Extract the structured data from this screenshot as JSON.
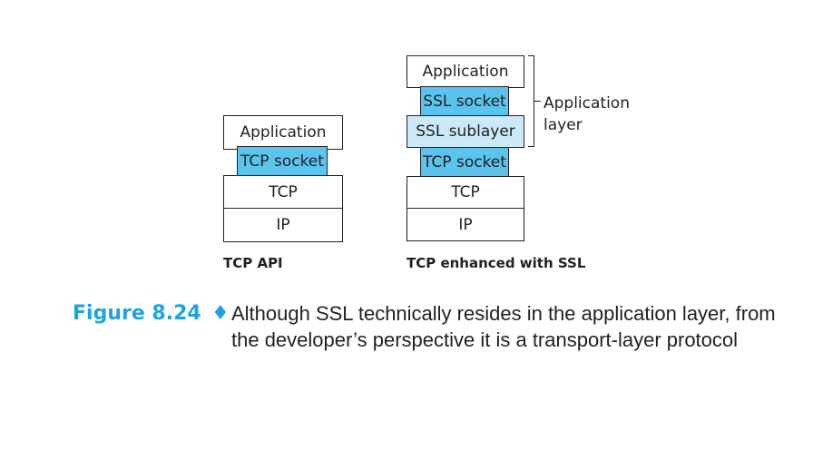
{
  "left_stack": {
    "application": "Application",
    "socket": "TCP socket",
    "tcp": "TCP",
    "ip": "IP",
    "caption": "TCP API"
  },
  "right_stack": {
    "application": "Application",
    "ssl_socket": "SSL socket",
    "ssl_sublayer": "SSL sublayer",
    "tcp_socket": "TCP socket",
    "tcp": "TCP",
    "ip": "IP",
    "caption": "TCP enhanced with SSL"
  },
  "bracket": {
    "label_line1": "Application",
    "label_line2": "layer"
  },
  "figure": {
    "number": "Figure 8.24",
    "separator": "♦",
    "text": "Although SSL technically resides in the application layer, from the developer’s perspective it is a transport-layer protocol"
  },
  "colors": {
    "socket_fill": "#5ac4ee",
    "sublayer_fill": "#cbe9f8",
    "caption_accent": "#1ea4dd"
  }
}
